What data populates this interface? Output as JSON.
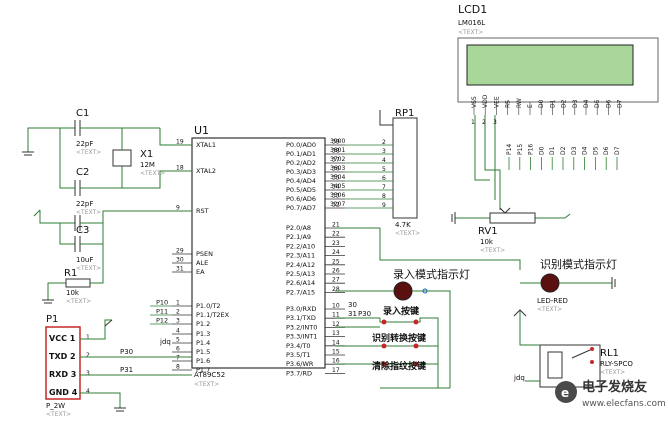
{
  "lcd": {
    "ref": "LCD1",
    "model": "LM016L",
    "text_tag": "<TEXT>",
    "pins": [
      "VSS",
      "VDD",
      "VEE",
      "RS",
      "RW",
      "E",
      "D0",
      "D1",
      "D2",
      "D3",
      "D4",
      "D5",
      "D6",
      "D7"
    ]
  },
  "mcu": {
    "ref": "U1",
    "model": "AT89C52",
    "text_tag": "<TEXT>",
    "left_pins": [
      {
        "num": "19",
        "name": "XTAL1"
      },
      {
        "num": "18",
        "name": "XTAL2"
      },
      {
        "num": "9",
        "name": "RST"
      },
      {
        "num": "29",
        "name": "PSEN"
      },
      {
        "num": "30",
        "name": "ALE"
      },
      {
        "num": "31",
        "name": "EA"
      },
      {
        "num": "1",
        "name": "P1.0/T2"
      },
      {
        "num": "2",
        "name": "P1.1/T2EX"
      },
      {
        "num": "3",
        "name": "P1.2"
      },
      {
        "num": "4",
        "name": "P1.3"
      },
      {
        "num": "5",
        "name": "P1.4"
      },
      {
        "num": "6",
        "name": "P1.5"
      },
      {
        "num": "7",
        "name": "P1.6"
      },
      {
        "num": "8",
        "name": "P1.7"
      }
    ],
    "right_pins": [
      {
        "num": "39",
        "name": "P0.0/AD0"
      },
      {
        "num": "38",
        "name": "P0.1/AD1"
      },
      {
        "num": "37",
        "name": "P0.2/AD2"
      },
      {
        "num": "36",
        "name": "P0.3/AD3"
      },
      {
        "num": "35",
        "name": "P0.4/AD4"
      },
      {
        "num": "34",
        "name": "P0.5/AD5"
      },
      {
        "num": "33",
        "name": "P0.6/AD6"
      },
      {
        "num": "32",
        "name": "P0.7/AD7"
      },
      {
        "num": "21",
        "name": "P2.0/A8"
      },
      {
        "num": "22",
        "name": "P2.1/A9"
      },
      {
        "num": "23",
        "name": "P2.2/A10"
      },
      {
        "num": "24",
        "name": "P2.3/A11"
      },
      {
        "num": "25",
        "name": "P2.4/A12"
      },
      {
        "num": "26",
        "name": "P2.5/A13"
      },
      {
        "num": "27",
        "name": "P2.6/A14"
      },
      {
        "num": "28",
        "name": "P2.7/A15"
      },
      {
        "num": "10",
        "name": "P3.0/RXD"
      },
      {
        "num": "11",
        "name": "P3.1/TXD"
      },
      {
        "num": "12",
        "name": "P3.2/INT0"
      },
      {
        "num": "13",
        "name": "P3.3/INT1"
      },
      {
        "num": "14",
        "name": "P3.4/T0"
      },
      {
        "num": "15",
        "name": "P3.5/T1"
      },
      {
        "num": "16",
        "name": "P3.6/WR"
      },
      {
        "num": "17",
        "name": "P3.7/RD"
      }
    ]
  },
  "p0_nets": [
    "3900",
    "3801",
    "3702",
    "3603",
    "3504",
    "3405",
    "3306",
    "3207"
  ],
  "p1_nets": [
    "P10",
    "P11",
    "P12"
  ],
  "components": {
    "c1": {
      "ref": "C1",
      "value": "22pF",
      "tag": "<TEXT>"
    },
    "c2": {
      "ref": "C2",
      "value": "22pF",
      "tag": "<TEXT>"
    },
    "c3": {
      "ref": "C3",
      "value": "10uF",
      "tag": "<TEXT>"
    },
    "x1": {
      "ref": "X1",
      "value": "12M",
      "tag": "<TEXT>"
    },
    "r1": {
      "ref": "R1",
      "value": "10k",
      "tag": "<TEXT>"
    },
    "rp1": {
      "ref": "RP1",
      "value": "4.7K",
      "tag": "<TEXT>"
    },
    "rv1": {
      "ref": "RV1",
      "value": "10k",
      "tag": "<TEXT>"
    },
    "p1": {
      "ref": "P1",
      "model": "P_2W",
      "tag": "<TEXT>",
      "pins": [
        {
          "num": "1",
          "name": "VCC"
        },
        {
          "num": "2",
          "name": "TXD"
        },
        {
          "num": "3",
          "name": "RXD"
        },
        {
          "num": "4",
          "name": "GND"
        }
      ]
    },
    "led": {
      "model": "LED-RED",
      "tag": "<TEXT>"
    },
    "rl1": {
      "ref": "RL1",
      "model": "RLY-SPCO",
      "tag": "<TEXT>"
    }
  },
  "lcd_nets": [
    "P14",
    "P15",
    "P16",
    "D0",
    "D1",
    "D2",
    "D3",
    "D4",
    "D5",
    "D6",
    "D7"
  ],
  "lcd_pin_numbers": [
    "1",
    "2",
    "3"
  ],
  "pin_numbers": {
    "p30": "30",
    "p31": "31",
    "p1_pin2": "2",
    "p1_pin3": "3",
    "p1_pin4": "4",
    "p11": "11",
    "p12": "12",
    "p10": "10"
  },
  "annotations": {
    "record_mode": "录入模式指示灯",
    "identify_mode": "识别模式指示灯",
    "record_key": "录入按键",
    "identify_switch_key": "识别转换按键",
    "clear_fp_key": "清除指纹按键"
  },
  "net_labels": {
    "p30": "P30",
    "p31": "P31",
    "jdq": "jdq",
    "jdq2": "jdq"
  },
  "watermark": {
    "brand": "电子发烧友",
    "url": "www.elecfans.com"
  }
}
